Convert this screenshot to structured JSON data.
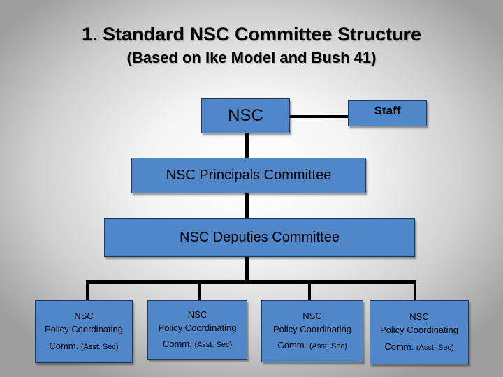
{
  "title": "1. Standard NSC Committee Structure",
  "subtitle": "(Based on Ike Model and Bush 41)",
  "colors": {
    "box_fill": "#4f87c9",
    "box_border": "#1f3a5f",
    "connector": "#000000"
  },
  "nodes": {
    "nsc": "NSC",
    "staff": "Staff",
    "principals": "NSC Principals Committee",
    "deputies": "NSC Deputies Committee"
  },
  "pcc_boxes": [
    {
      "line1": "NSC",
      "line2": "Policy Coordinating",
      "line3": "Comm.",
      "line3_small": "(Asst. Sec)"
    },
    {
      "line1": "NSC",
      "line2": "Policy Coordinating",
      "line3": "Comm.",
      "line3_small": "(Asst. Sec)"
    },
    {
      "line1": "NSC",
      "line2": "Policy Coordinating",
      "line3": "Comm.",
      "line3_small": "(Asst. Sec)"
    },
    {
      "line1": "NSC",
      "line2": "Policy Coordinating",
      "line3": "Comm.",
      "line3_small": "(Asst. Sec)"
    }
  ]
}
